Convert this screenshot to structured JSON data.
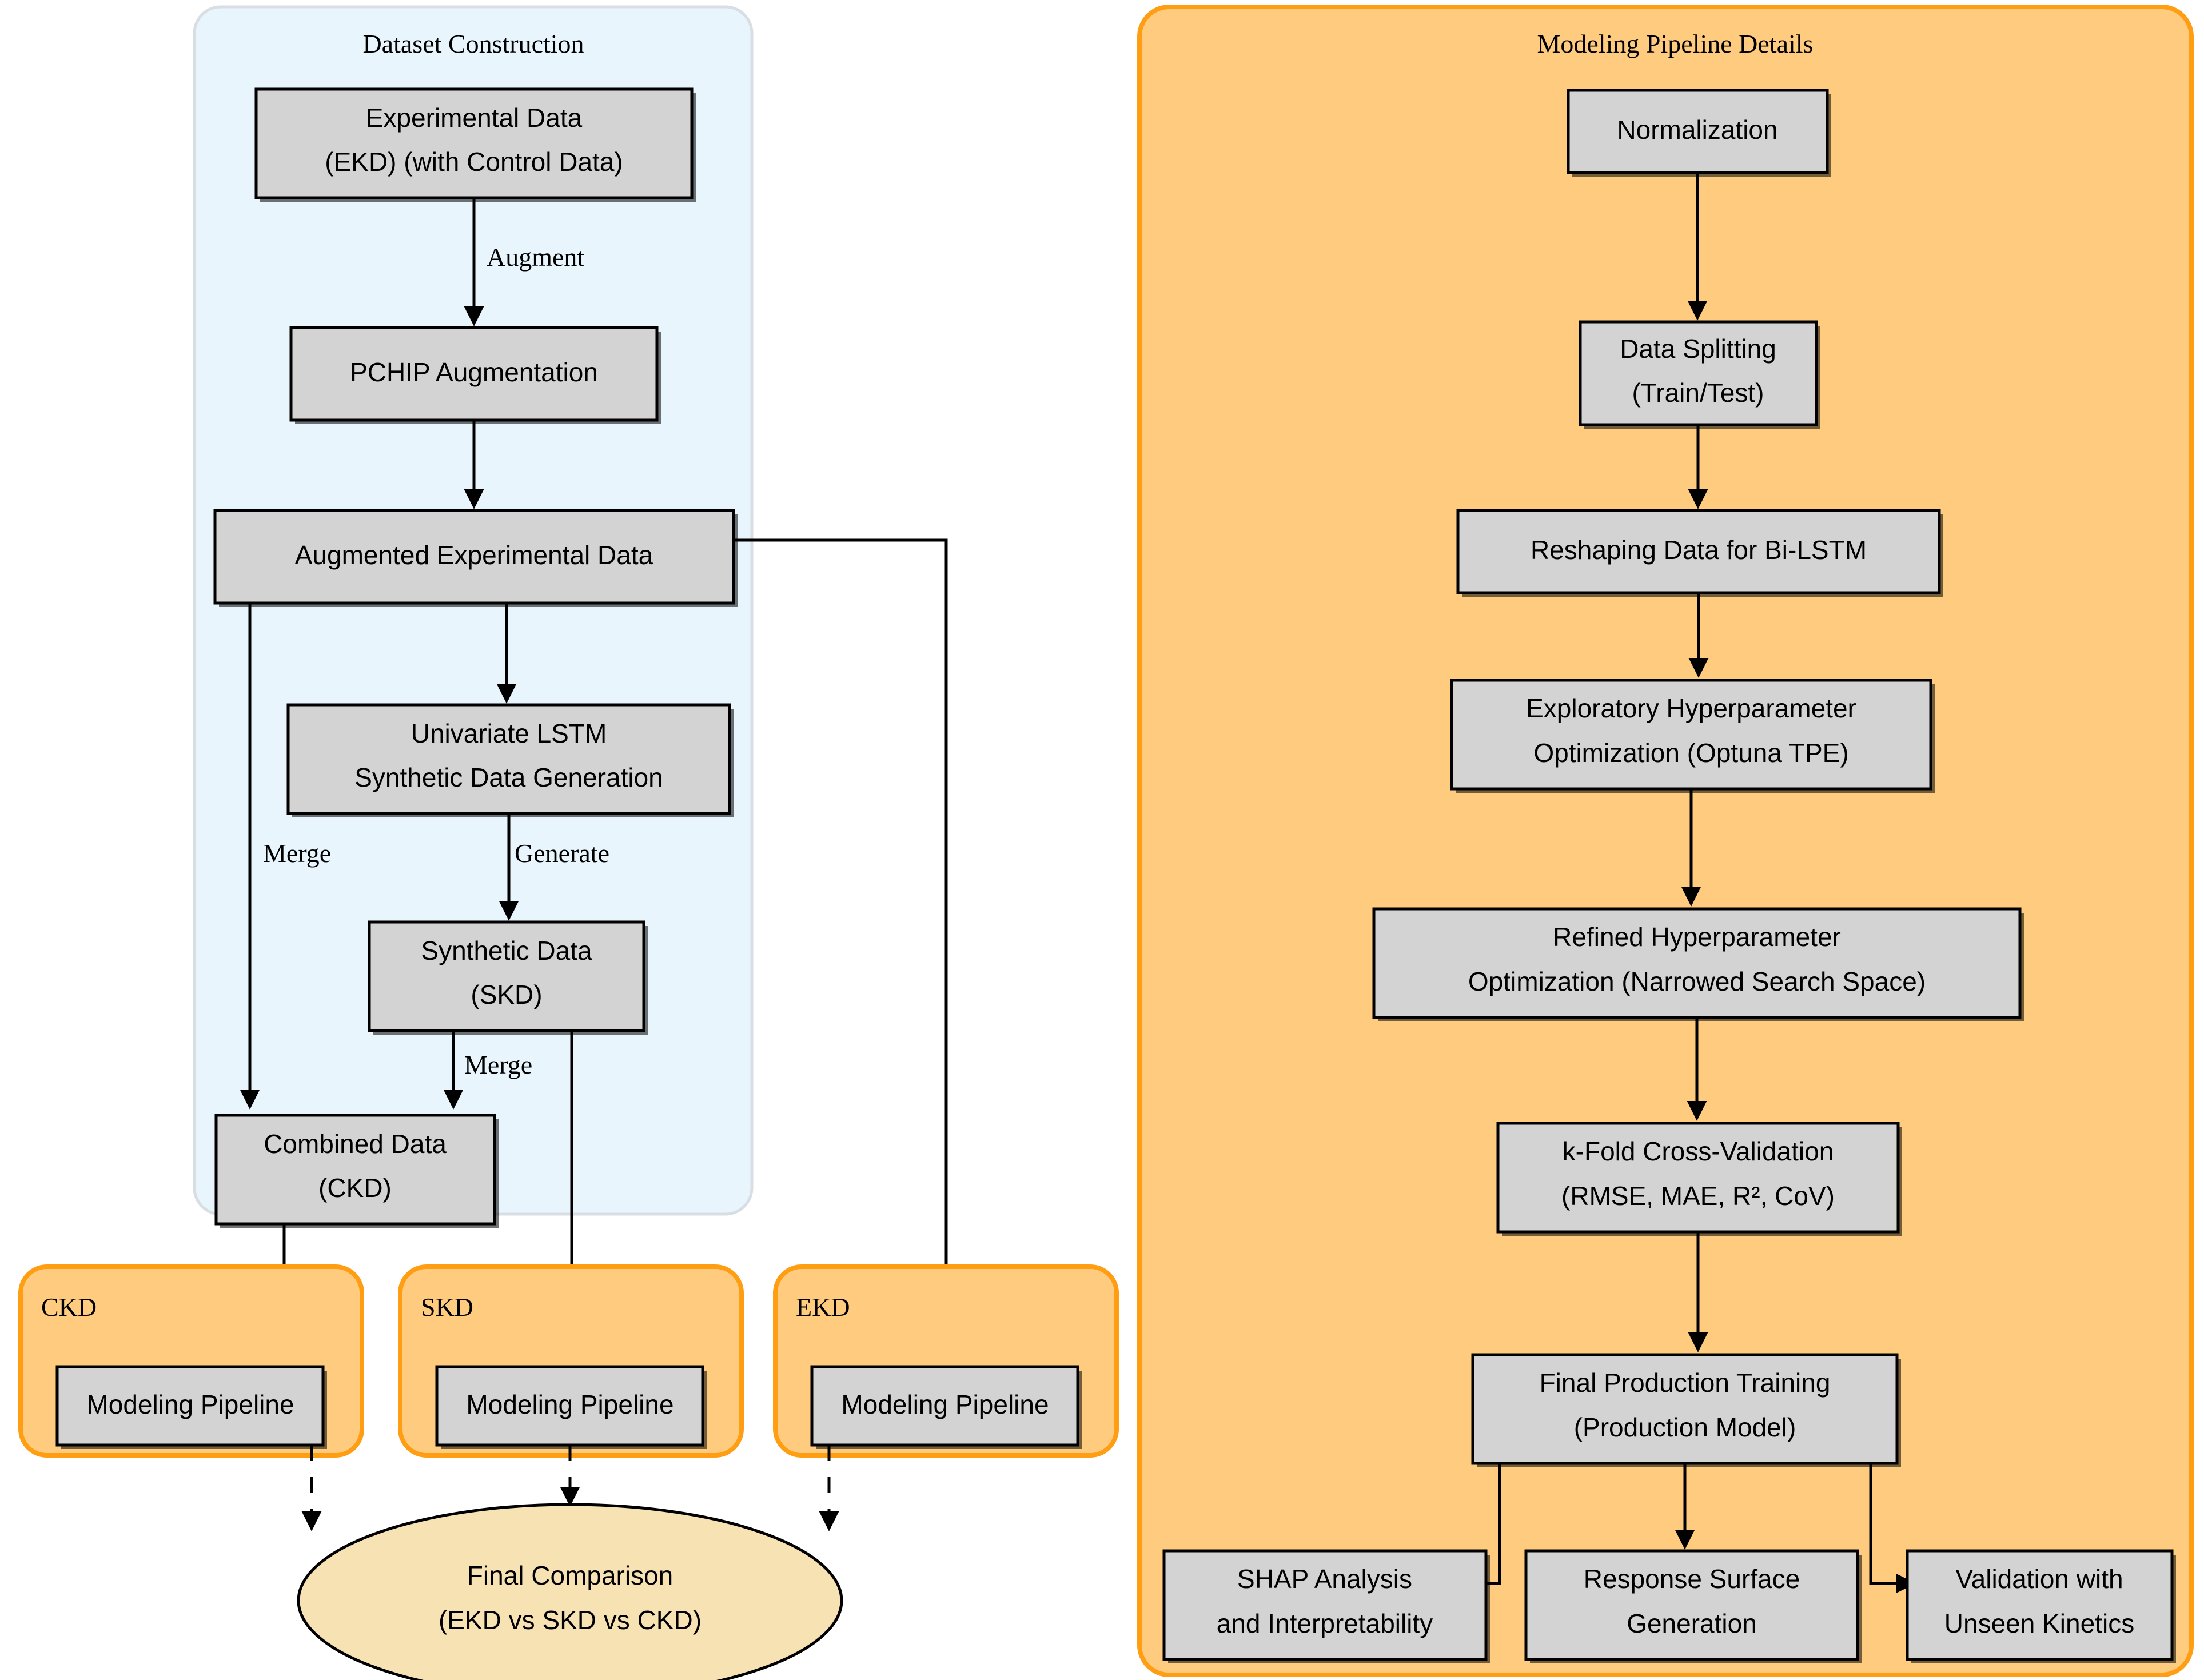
{
  "diagram": {
    "title": "Dataset Construction and Modeling Pipeline Flowchart",
    "colors": {
      "cluster_blue_fill": "#E9F5FD",
      "cluster_blue_stroke": "#D8DEE3",
      "cluster_orange_fill": "#FFCC7F",
      "cluster_orange_stroke": "#FF9E13",
      "node_fill": "#D3D3D3",
      "node_stroke": "#000000",
      "ellipse_fill": "#F7E2B3",
      "edge_stroke": "#000000"
    }
  },
  "clusters": {
    "dataset_construction": {
      "label": "Dataset Construction"
    },
    "ckd": {
      "label": "CKD"
    },
    "skd": {
      "label": "SKD"
    },
    "ekd": {
      "label": "EKD"
    },
    "modeling_pipeline_details": {
      "label": "Modeling Pipeline Details"
    }
  },
  "nodes": {
    "experimental_data": {
      "line1": "Experimental Data",
      "line2": "(EKD) (with Control Data)"
    },
    "pchip_augmentation": {
      "line1": "PCHIP Augmentation"
    },
    "augmented_experimental_data": {
      "line1": "Augmented Experimental Data"
    },
    "univariate_lstm": {
      "line1": "Univariate LSTM",
      "line2": "Synthetic Data Generation"
    },
    "synthetic_data": {
      "line1": "Synthetic Data",
      "line2": "(SKD)"
    },
    "combined_data": {
      "line1": "Combined Data",
      "line2": "(CKD)"
    },
    "modeling_pipeline_ckd": {
      "line1": "Modeling Pipeline"
    },
    "modeling_pipeline_skd": {
      "line1": "Modeling Pipeline"
    },
    "modeling_pipeline_ekd": {
      "line1": "Modeling Pipeline"
    },
    "final_comparison": {
      "line1": "Final Comparison",
      "line2": "(EKD vs SKD vs CKD)"
    },
    "normalization": {
      "line1": "Normalization"
    },
    "data_splitting": {
      "line1": "Data Splitting",
      "line2": "(Train/Test)"
    },
    "reshaping_data": {
      "line1": "Reshaping Data for Bi-LSTM"
    },
    "exploratory_hpo": {
      "line1": "Exploratory Hyperparameter",
      "line2": "Optimization (Optuna TPE)"
    },
    "refined_hpo": {
      "line1": "Refined Hyperparameter",
      "line2": "Optimization (Narrowed Search Space)"
    },
    "kfold_cv": {
      "line1": "k-Fold Cross-Validation",
      "line2": "(RMSE, MAE, R², CoV)"
    },
    "final_production_training": {
      "line1": "Final Production Training",
      "line2": "(Production Model)"
    },
    "shap_analysis": {
      "line1": "SHAP Analysis",
      "line2": "and Interpretability"
    },
    "response_surface": {
      "line1": "Response Surface",
      "line2": "Generation"
    },
    "validation_unseen": {
      "line1": "Validation with",
      "line2": "Unseen Kinetics"
    }
  },
  "edge_labels": {
    "augment": "Augment",
    "merge_left": "Merge",
    "generate": "Generate",
    "merge_skd": "Merge"
  }
}
